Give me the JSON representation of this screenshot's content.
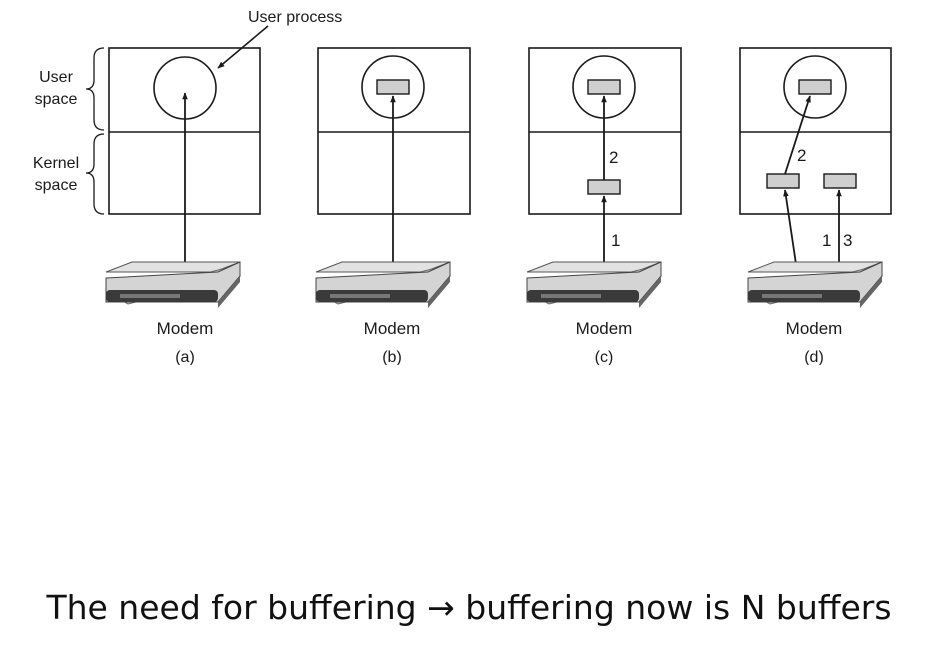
{
  "diagram": {
    "user_process_label": "User process",
    "side_labels": {
      "user_space": [
        "User",
        "space"
      ],
      "kernel_space": [
        "Kernel",
        "space"
      ]
    },
    "panels": [
      {
        "modem_label": "Modem",
        "panel_label": "(a)",
        "arrow_labels": []
      },
      {
        "modem_label": "Modem",
        "panel_label": "(b)",
        "arrow_labels": []
      },
      {
        "modem_label": "Modem",
        "panel_label": "(c)",
        "arrow_labels": [
          "1",
          "2"
        ]
      },
      {
        "modem_label": "Modem",
        "panel_label": "(d)",
        "arrow_labels": [
          "1",
          "2",
          "3"
        ]
      }
    ]
  },
  "caption": {
    "text_before": "The need for buffering",
    "arrow_glyph": "→",
    "text_after": "buffering now is N buffers"
  },
  "colors": {
    "buffer_fill": "#cfcfcf",
    "line": "#1a1a1a",
    "modem_body": "#c8c8c8",
    "modem_front": "#3a3a3a"
  }
}
